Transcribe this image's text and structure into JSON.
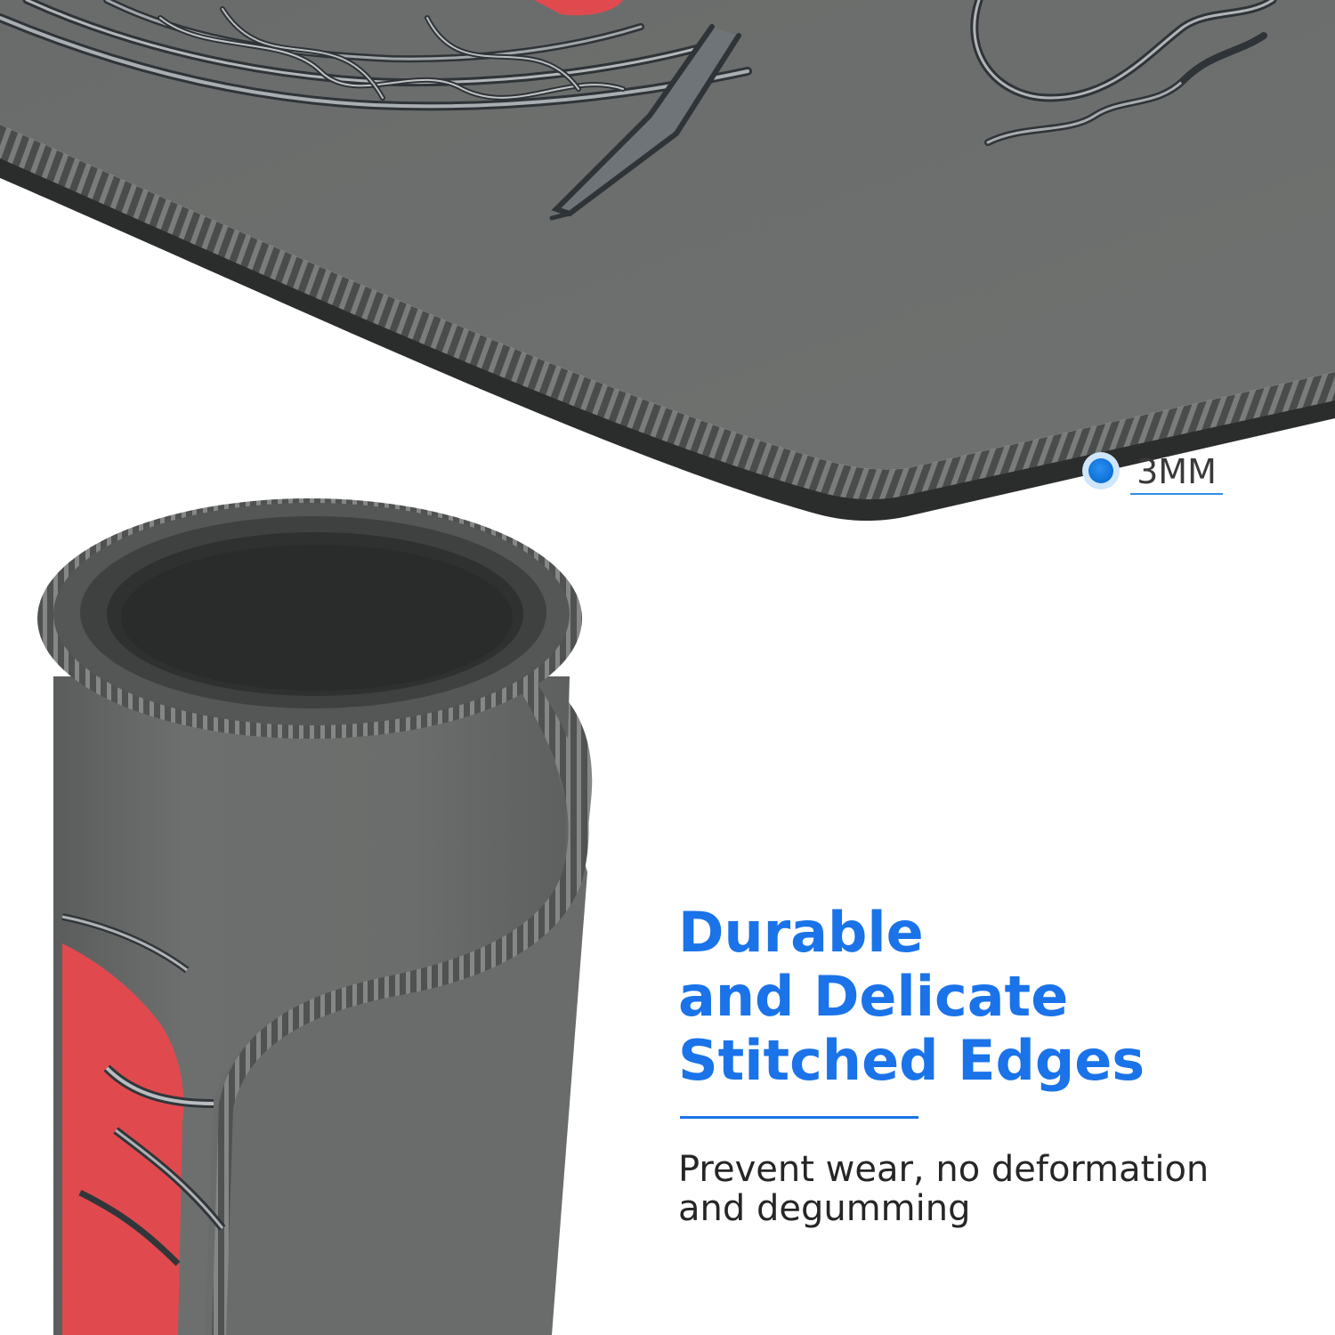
{
  "thickness": {
    "label": "3MM"
  },
  "headline": {
    "line1": "Durable",
    "line2": "and Delicate",
    "line3": "Stitched Edges"
  },
  "description": {
    "line1": "Prevent wear, no deformation",
    "line2": "and degumming"
  },
  "colors": {
    "accent": "#1a73e8",
    "mat": "#6b6d6c",
    "stitch": "#3a3b3b",
    "print_red": "#e04a4f"
  }
}
